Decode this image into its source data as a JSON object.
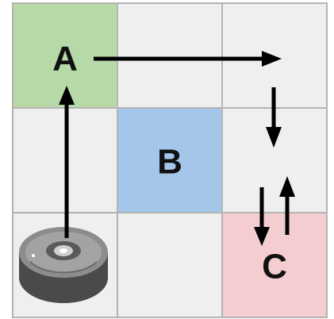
{
  "grid": {
    "rows": 3,
    "cols": 3,
    "cells": [
      {
        "row": 0,
        "col": 0,
        "label": "A",
        "fill": "#b7d9a8"
      },
      {
        "row": 0,
        "col": 1,
        "label": "",
        "fill": "#efefef"
      },
      {
        "row": 0,
        "col": 2,
        "label": "",
        "fill": "#efefef"
      },
      {
        "row": 1,
        "col": 0,
        "label": "",
        "fill": "#efefef"
      },
      {
        "row": 1,
        "col": 1,
        "label": "B",
        "fill": "#a3c6ea"
      },
      {
        "row": 1,
        "col": 2,
        "label": "",
        "fill": "#efefef"
      },
      {
        "row": 2,
        "col": 0,
        "label": "",
        "fill": "#efefef"
      },
      {
        "row": 2,
        "col": 1,
        "label": "",
        "fill": "#efefef"
      },
      {
        "row": 2,
        "col": 2,
        "label": "C",
        "fill": "#f3cdd0"
      }
    ]
  },
  "robot": {
    "icon": "robot-vacuum-icon",
    "row": 2,
    "col": 0
  },
  "path": [
    {
      "from": "robot",
      "to": "A",
      "direction": "up"
    },
    {
      "from": "A",
      "to": "top-right",
      "direction": "right"
    },
    {
      "from": "top-right",
      "to": "C",
      "direction": "down"
    },
    {
      "from": "C",
      "to": "top-right",
      "direction": "up"
    }
  ],
  "colors": {
    "arrow": "#000000",
    "gridline": "#b4b4b4"
  }
}
